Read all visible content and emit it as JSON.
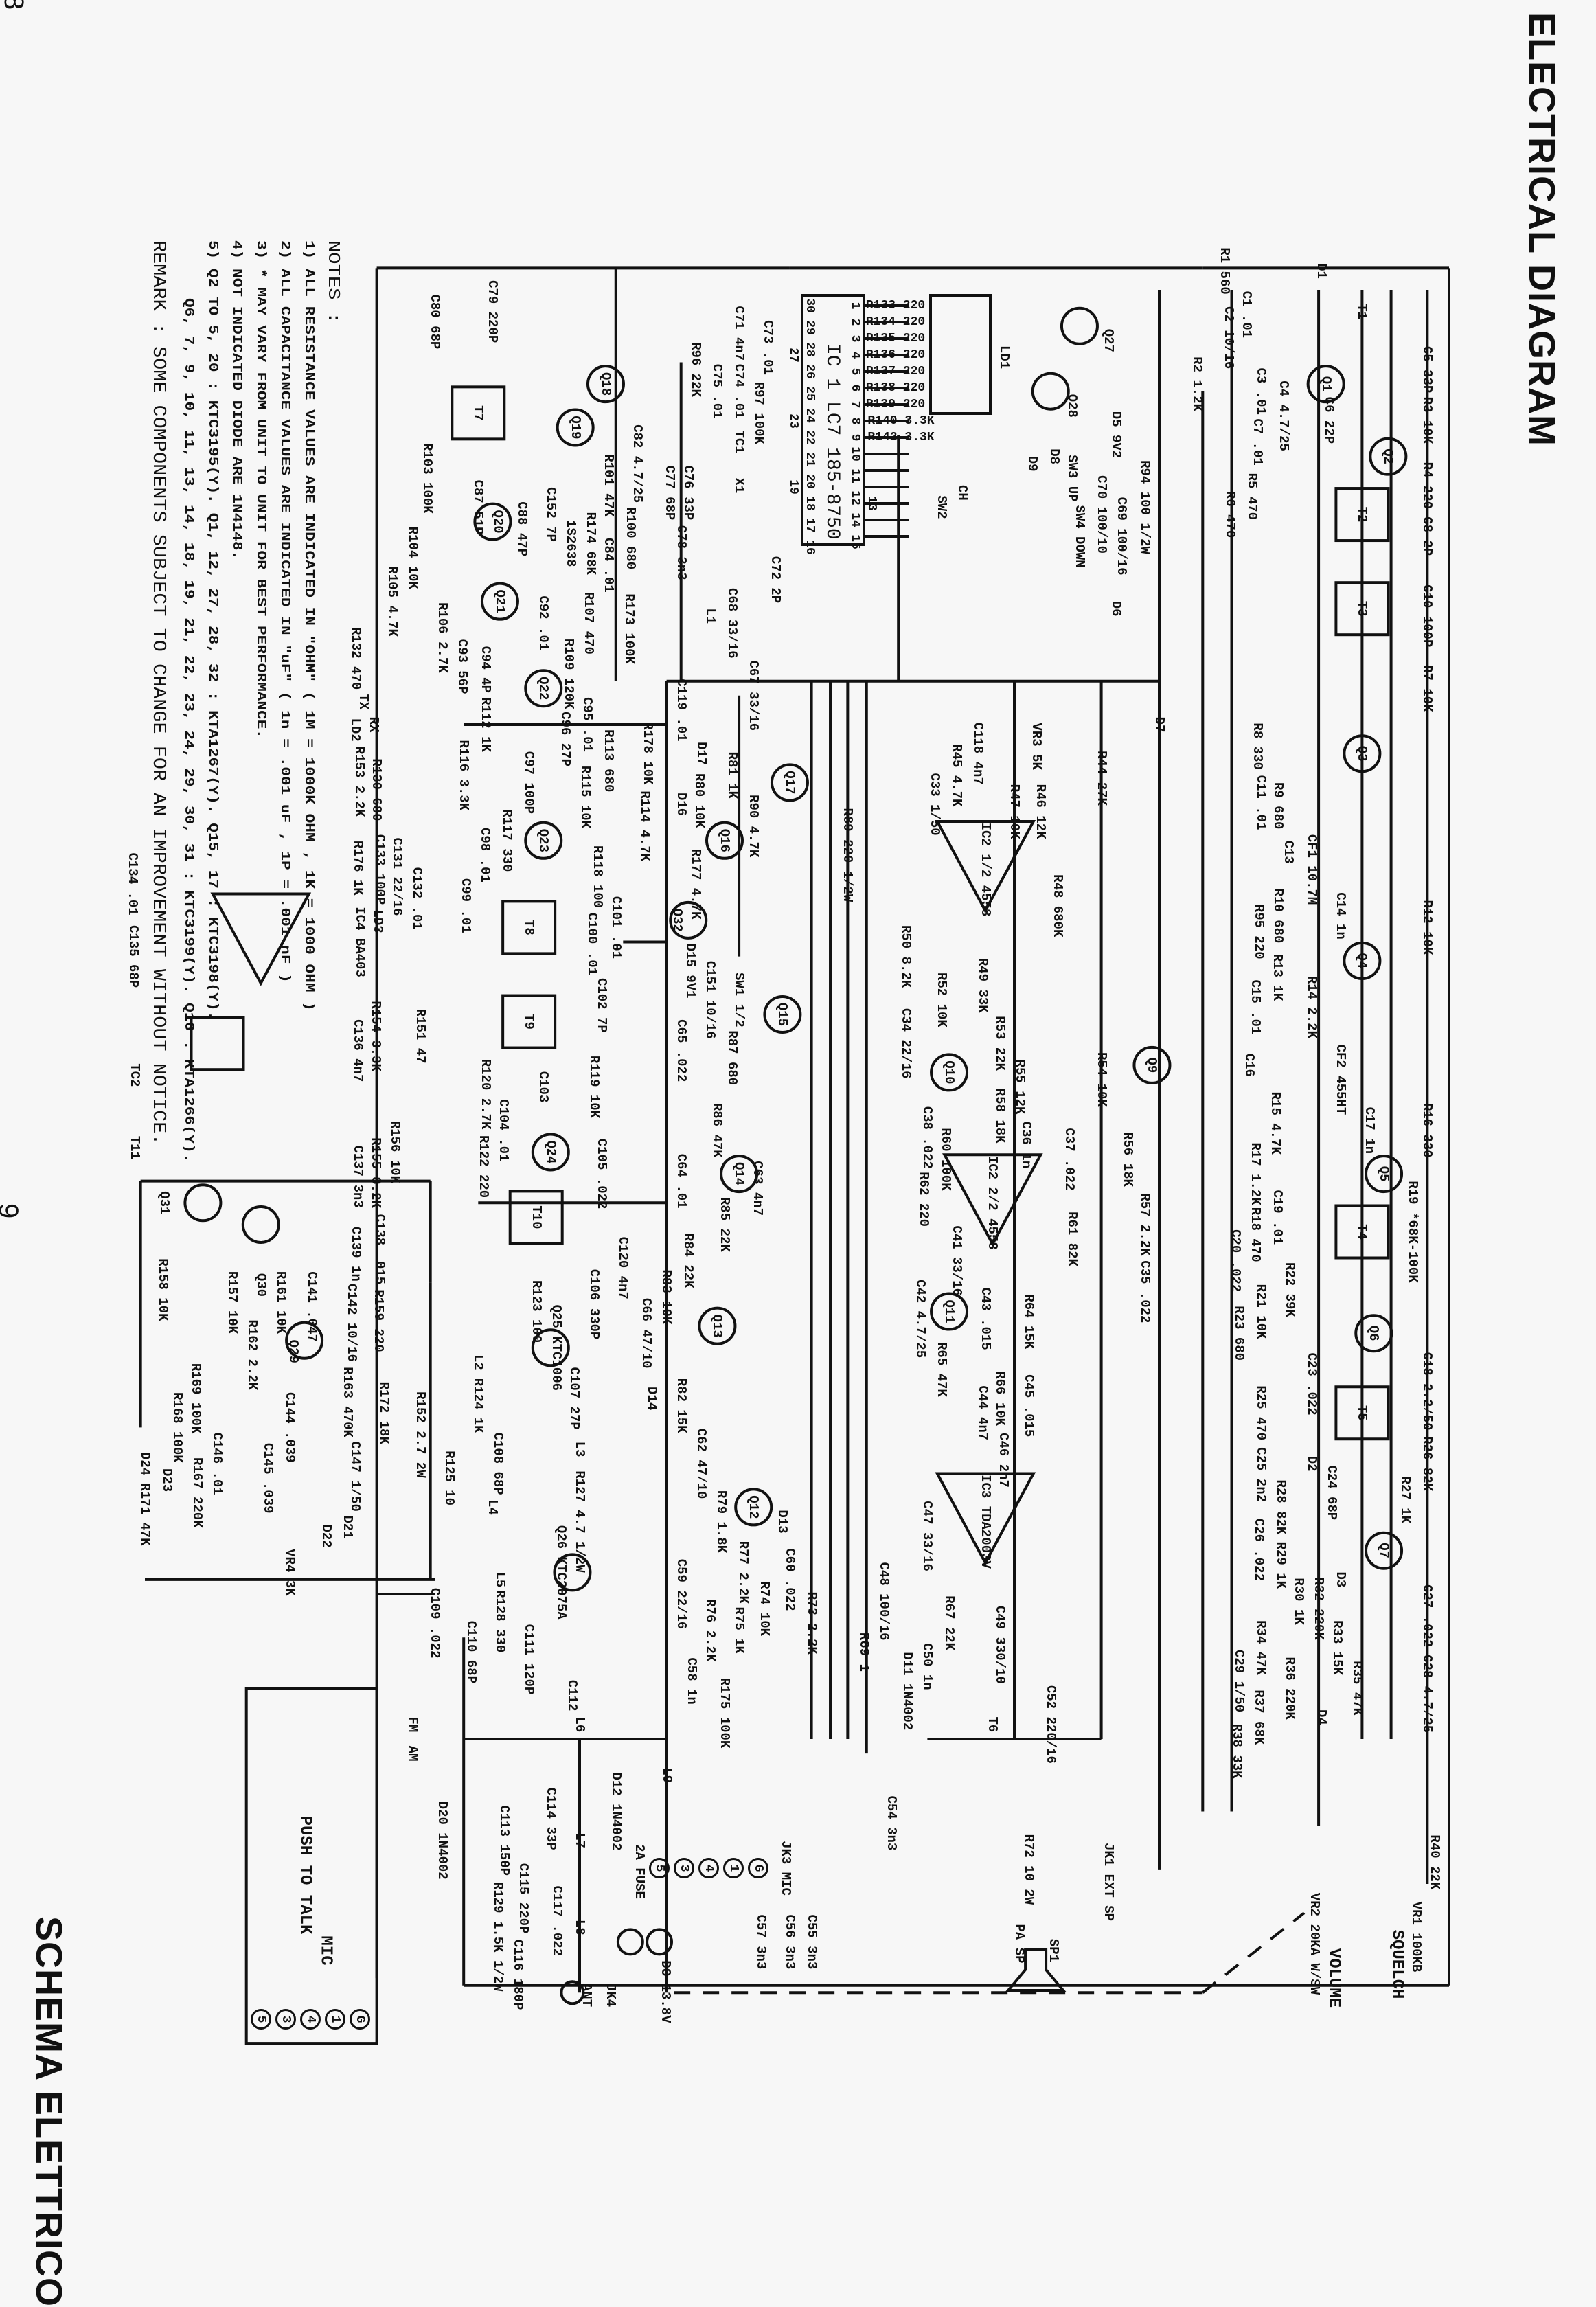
{
  "header": {
    "title": "ELECTRICAL DIAGRAM",
    "subtitle": "SCHEMA ELETTRICO"
  },
  "page_numbers": [
    "8",
    "9"
  ],
  "notes": {
    "heading": "NOTES :",
    "items": [
      "1) ALL RESISTANCE VALUES ARE INDICATED IN \"OHM\" ( 1M = 1000K OHM , 1K = 1000 OHM )",
      "2) ALL CAPACITANCE VALUES ARE INDICATED IN \"uF\" ( 1n = .001 uF , 1P = .001 nF )",
      "3) * MAY VARY FROM UNIT TO UNIT FOR BEST PERFORMANCE.",
      "4) NOT INDICATED DIODE ARE 1N4148.",
      "5) Q2 TO 5, 20 : KTC3195(Y).   Q1, 12, 27, 28, 32 : KTA1267(Y).   Q15, 17 : KTC3198(Y).",
      "Q6, 7, 9, 10, 11, 13, 14, 18, 19, 21, 22, 23, 24, 29, 30, 31 : KTC3199(Y).   Q16 : KTA1266(Y)."
    ],
    "remark": "REMARK : SOME COMPONENTS SUBJECT TO CHANGE FOR AN IMPROVEMENT WITHOUT NOTICE."
  },
  "ic1": {
    "label": "IC 1 LC7 185-8750",
    "pins_a": [
      "1",
      "2",
      "3",
      "4",
      "5",
      "6",
      "7",
      "8",
      "9",
      "10",
      "11",
      "12",
      "13",
      "14",
      "15"
    ],
    "pins_b": [
      "30",
      "29",
      "28",
      "27",
      "26",
      "25",
      "24",
      "23",
      "22",
      "21",
      "20",
      "19",
      "18",
      "17",
      "16"
    ],
    "resistors": [
      "R133 220",
      "R134 220",
      "R135 220",
      "R136 220",
      "R137 220",
      "R138 220",
      "R139 220",
      "R140 3.3K",
      "R142 3.3K"
    ],
    "display": "LD1"
  },
  "mic": {
    "label": "MIC",
    "ptt": "PUSH TO TALK",
    "pins": [
      "G",
      "1",
      "4",
      "3",
      "5"
    ]
  },
  "controls": {
    "squelch": "SQUELCH",
    "vr1": "VR1 100KB",
    "volume": "VOLUME",
    "vr2": "VR2 20KA W/SW"
  },
  "connectors": {
    "dc": "DC 13.8V",
    "fuse": "2A FUSE",
    "jk3": "JK3 MIC",
    "jk1": "JK1 EXT SP",
    "pa": "PA SP",
    "sp1": "SP1",
    "ant": "ANT",
    "jk4": "JK4",
    "jk3_pins": [
      "G",
      "1",
      "4",
      "3",
      "5"
    ]
  },
  "components": [
    "R1 560",
    "D1",
    "T1",
    "C1 .01",
    "C2 10/16",
    "Q1",
    "C5 33P",
    "R2 1.2K",
    "C3 .01",
    "C4 4.7/25",
    "C6 22P",
    "R3 10K",
    "C7 .01",
    "Q2",
    "R4 220",
    "R5 470",
    "R6 470",
    "T2",
    "C8 2P",
    "T3",
    "C10 100P",
    "R7 10K",
    "Q3",
    "R8 330",
    "C11 .01",
    "R9 680",
    "C13",
    "CF1 10.7M",
    "R10 680",
    "C14 1n",
    "R95 220",
    "R12 10K",
    "R13 1K",
    "Q4",
    "R14 2.2K",
    "C15 .01",
    "C16",
    "CF2 455HT",
    "C17 1n",
    "R16 330",
    "R15 4.7K",
    "Q5",
    "R17 1.2K",
    "C19 .01",
    "R18 470",
    "T4",
    "R19 *68K-100K",
    "C20 .022",
    "R22 39K",
    "R21 10K",
    "R23 680",
    "Q6",
    "C23 .022",
    "C18 2.2/50",
    "R25 470",
    "T5",
    "R26 82K",
    "C25 2n2",
    "D2",
    "C24 68P",
    "R27 1K",
    "R28 82K",
    "C26 .022",
    "Q7",
    "R29 1K",
    "D3",
    "R30 1K",
    "R32 220K",
    "C27 .022",
    "R34 47K",
    "R33 15K",
    "C29 1/50",
    "R36 220K",
    "R35 47K",
    "C28 4.7/25",
    "R37 68K",
    "R38 33K",
    "D4",
    "R40 22K",
    "D5 9V2",
    "R94 100 1/2W",
    "C70 100/10",
    "C69 100/16",
    "D6",
    "D7",
    "R44 27K",
    "VR3 5K",
    "C118 4n7",
    "R45 4.7K",
    "C33 1/50",
    "R47 10K",
    "R46 12K",
    "IC2 1/2 4558",
    "R48 680K",
    "R50 8.2K",
    "R49 33K",
    "R52 10K",
    "R53 22K",
    "C34 22/16",
    "Q10",
    "Q9",
    "R55 12K",
    "R54 10K",
    "R58 18K",
    "C38 .022",
    "C36 1n",
    "C37 .022",
    "R56 18K",
    "R60 100K",
    "R62 220",
    "IC2 2/2 4558",
    "R57 2.2K",
    "R61 82K",
    "C35 .022",
    "C41 33/16",
    "C42 4.7/25",
    "Q11",
    "C43 .015",
    "R64 15K",
    "R65 47K",
    "R66 10K",
    "C45 .015",
    "C44 4n7",
    "C46 2n7",
    "IC3 TDA2003V",
    "C47 33/16",
    "C48 100/16",
    "R67 22K",
    "C49 330/10",
    "R69 1",
    "C50 1n",
    "D11 1N4002",
    "T6",
    "C52 220/16",
    "C80 68P",
    "C79 220P",
    "T7",
    "R103 100K",
    "Q18",
    "Q19",
    "C82 4.7/25",
    "R101 47K",
    "C87 51P",
    "Q20",
    "C88 47P",
    "C152 7P",
    "1S2638",
    "R100 680",
    "C84 .01",
    "R104 10K",
    "R105 4.7K",
    "R107 470",
    "R173 100K",
    "R174 68K",
    "Q21",
    "C92 .01",
    "R106 2.7K",
    "C93 56P",
    "C94 4P",
    "R109 120K",
    "Q22",
    "C95 .01",
    "C96 27P",
    "R112 1K",
    "R116 3.3K",
    "C97 100P",
    "R115 10K",
    "R113 680",
    "C119 .01",
    "C67 33/16",
    "C68 33/16",
    "L1",
    "TC1",
    "X1",
    "C76 33P",
    "C77 68P",
    "C78 3n3",
    "C71 4n7",
    "R96 22K",
    "C75 .01",
    "C74 .01",
    "R97 100K",
    "C72 2P",
    "C73 .01",
    "D16",
    "R114 4.7K",
    "D17",
    "R81 1K",
    "R80 10K",
    "Q17",
    "R178 10K",
    "R90 4.7K",
    "Q16",
    "R177 4.7K",
    "Q32",
    "C101 .01",
    "R89 220 1/2W",
    "SW1 1/2",
    "C151 10/16",
    "R117 330",
    "Q23",
    "C98 .01",
    "R118 100",
    "C99 .01",
    "T8",
    "C100 .01",
    "C102 7P",
    "T9",
    "R119 10K",
    "C103",
    "R120 2.7K",
    "C104 .01",
    "R122 220",
    "Q24",
    "C105 .022",
    "T10",
    "D15 9V1",
    "C65 .022",
    "R87 680",
    "R86 47K",
    "Q15",
    "Q14",
    "C63 4n7",
    "C64 .01",
    "R85 22K",
    "R84 22K",
    "C120 4n7",
    "R83 10K",
    "Q13",
    "C66 47/10",
    "R123 100",
    "C106 330P",
    "Q25 KTC1006",
    "L2",
    "R124 1K",
    "C107 27P",
    "C108 68P",
    "R125 10",
    "L3",
    "L4",
    "R127 4.7 1/2W",
    "L5",
    "Q26 KTC2075A",
    "R128 330",
    "C109 .022",
    "C110 68P",
    "C111 120P",
    "C112",
    "L6",
    "D14",
    "R82 15K",
    "C62 47/10",
    "R79 1.8K",
    "Q12",
    "R77 2.2K",
    "C59 22/16",
    "R76 2.2K",
    "R75 1K",
    "R74 10K",
    "C58 1n",
    "C60 .022",
    "R73 2.2K",
    "R175 100K",
    "D13",
    "L9",
    "C113 150P",
    "C114 33P",
    "L7",
    "C115 220P",
    "R129 1.5K 1/2W",
    "L8",
    "C116 180P",
    "D20 1N4002",
    "D12 1N4002",
    "C117 .022",
    "C57 3n3",
    "C56 3n3",
    "C55 3n3",
    "C54 3n3",
    "R72 10 2W",
    "IC4 BA403",
    "R153 2.2K",
    "C134 .01",
    "C133 100P",
    "R176 1K",
    "C131 22/16",
    "C132 .01",
    "C135 68P",
    "TC2",
    "T11",
    "C136 4n7",
    "R154 3.3K",
    "C137 3n3",
    "R155 8.2K",
    "C138 .015",
    "R151 47",
    "R156 10K",
    "Q31",
    "Q30",
    "C139 1n",
    "C141 .047",
    "R158 10K",
    "R157 10K",
    "R161 10K",
    "C142 10/16",
    "R159 220",
    "Q29",
    "R162 2.2K",
    "R163 470K",
    "R169 100K",
    "R168 100K",
    "C144 .039",
    "R172 18K",
    "R152 2.7 2W",
    "D24",
    "D23",
    "C146 .01",
    "C145 .039",
    "C147 1/50",
    "D21",
    "D22",
    "R167 220K",
    "R171 47K",
    "VR4 3K",
    "LD2",
    "RX",
    "R132 470",
    "R130 680",
    "LD3",
    "TX",
    "SW3 UP",
    "SW4 DOWN",
    "SW2",
    "D8",
    "D9",
    "CH",
    "Q27",
    "Q28",
    "FM",
    "AM"
  ]
}
